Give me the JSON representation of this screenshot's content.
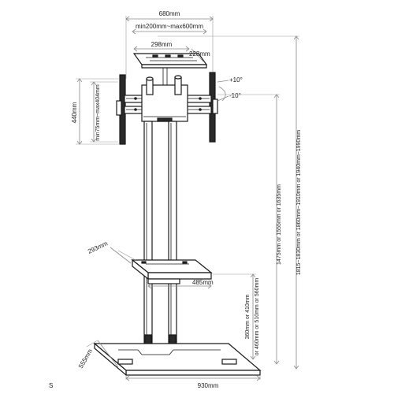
{
  "dimensions": {
    "width_top": "680mm",
    "vesa_width": "min200mm~max600mm",
    "shelf_top_width": "298mm",
    "shelf_top_depth": "228mm",
    "tilt_up": "+10°",
    "tilt_down": "-10°",
    "bracket_height": "440mm",
    "vesa_height": "min75mm~max404mm",
    "total_height": "1815~1830mm or 1860mm~1910mm or 1940mm~1990mm",
    "mount_height": "1475mm or 1555mm or 1635mm",
    "shelf_depth": "293mm",
    "shelf_width": "485mm",
    "shelf_height_line1": "360mm or 410mm",
    "shelf_height_line2": "or 460mm or 510mm or 560mm",
    "base_depth": "555mm",
    "base_width": "930mm"
  },
  "footer_mark": "S"
}
